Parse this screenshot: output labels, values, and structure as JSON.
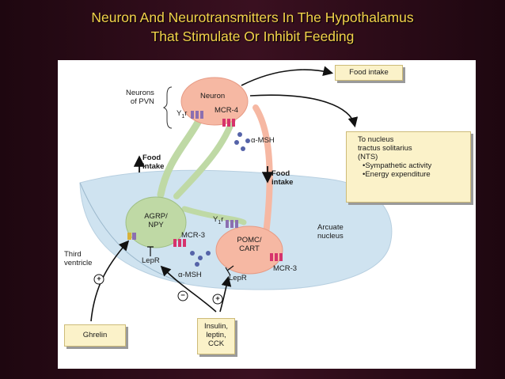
{
  "slide": {
    "title_line1": "Neuron And Neurotransmitters In The Hypothalamus",
    "title_line2": "That Stimulate Or Inhibit Feeding"
  },
  "diagram": {
    "neurons_of_pvn": [
      "Neurons",
      "of PVN"
    ],
    "neuron_label": "Neuron",
    "y1r_top": "Y",
    "y1r_top_sub": "1",
    "y1r_top_suffix": "r",
    "mcr4": "MCR-4",
    "alpha_msh_top": "α-MSH",
    "food_intake_up": [
      "Food",
      "intake"
    ],
    "food_intake_down": [
      "Food",
      "intake"
    ],
    "food_intake_box": "Food intake",
    "nts_box": [
      "To nucleus",
      "tractus solitarius",
      "(NTS)",
      "•Sympathetic activity",
      "•Energy expenditure"
    ],
    "agrp_npy": [
      "AGRP/",
      "NPY"
    ],
    "y1r_mid": "Y",
    "y1r_mid_sub": "1",
    "y1r_mid_suffix": "r",
    "mcr3_left": "MCR-3",
    "pomc_cart": [
      "POMC/",
      "CART"
    ],
    "mcr3_right": "MCR-3",
    "arcuate_nucleus": [
      "Arcuate",
      "nucleus"
    ],
    "third_ventricle": [
      "Third",
      "ventricle"
    ],
    "lepr_left": "LepR",
    "lepr_right": "LepR",
    "alpha_msh_bottom": "α-MSH",
    "ghrelin_box": "Ghrelin",
    "insulin_box": [
      "Insulin,",
      "leptin,",
      "CCK"
    ],
    "plus_sign": "+",
    "minus_sign": "−",
    "plus_sign_2": "+"
  },
  "colors": {
    "title": "#f2d24a",
    "neuron_cell": "#f6b8a3",
    "agrp_cell": "#bfd9a5",
    "arcuate_region": "#cfe3f0",
    "box_fill": "#fbf2c9",
    "receptor_purple": "#8b6fb0",
    "receptor_red": "#d6336c",
    "dot_blue": "#5563a8"
  }
}
